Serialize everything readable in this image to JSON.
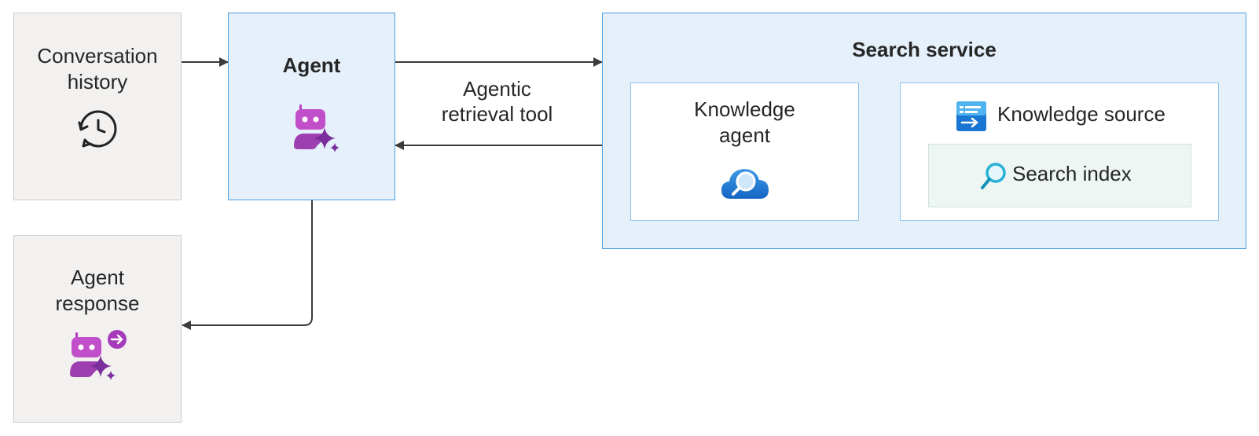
{
  "nodes": {
    "conversation_history": {
      "label": "Conversation\nhistory",
      "icon": "history-chat-icon"
    },
    "agent": {
      "label": "Agent",
      "icon": "agent-sparkle-icon"
    },
    "agent_response": {
      "label": "Agent\nresponse",
      "icon": "agent-response-icon"
    },
    "search_service": {
      "label": "Search service"
    },
    "knowledge_agent": {
      "label": "Knowledge\nagent",
      "icon": "cloud-search-icon"
    },
    "knowledge_source": {
      "label": "Knowledge source",
      "icon": "knowledge-source-icon"
    },
    "search_index": {
      "label": "Search index",
      "icon": "magnifier-icon"
    }
  },
  "edges": {
    "agentic_retrieval_tool": {
      "label": "Agentic\nretrieval tool"
    }
  },
  "colors": {
    "gray_fill": "#f2f1f0",
    "blue_fill": "#e5f0fb",
    "blue_border": "#4a9fe0",
    "arrow": "#3b3b3b",
    "agent_icon": "#b43fc0"
  }
}
